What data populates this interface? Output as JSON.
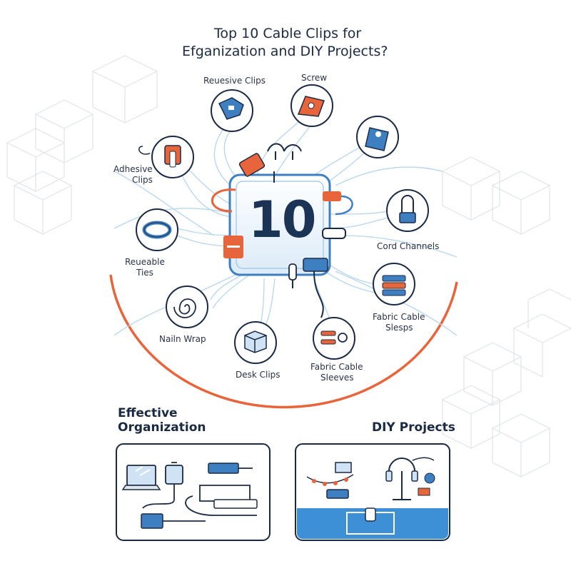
{
  "title": {
    "line1": "Top 10 Cable Clips for",
    "line2": "Efganization and DIY Projects?"
  },
  "center_badge": {
    "number": "10"
  },
  "items": [
    {
      "label": "Reuesive Clips",
      "icon": "clip-icon"
    },
    {
      "label": "Screw",
      "icon": "screw-clip-icon"
    },
    {
      "label": "",
      "icon": "cable-holder-icon"
    },
    {
      "label": "Adhesive Clips",
      "icon": "adhesive-clip-icon"
    },
    {
      "label": "Cord Channels",
      "icon": "cord-channel-icon"
    },
    {
      "label": "Reueable Ties",
      "icon": "reusable-tie-icon"
    },
    {
      "label": "Fabric Cable Slesps",
      "icon": "fabric-sleeve-icon"
    },
    {
      "label": "Nailn Wrap",
      "icon": "spiral-wrap-icon"
    },
    {
      "label": "Desk Clips",
      "icon": "desk-clip-icon"
    },
    {
      "label": "Fabric Cable Sleeves",
      "icon": "cable-sleeve-icon"
    }
  ],
  "labels": {
    "reuesive": "Reuesive Clips",
    "screw": "Screw",
    "adhesive_1": "Adhesive",
    "adhesive_2": "Clips",
    "cord": "Cord Channels",
    "ties_1": "Reueable",
    "ties_2": "Ties",
    "slesps_1": "Fabric Cable",
    "slesps_2": "Slesps",
    "nail": "Nailn Wrap",
    "desk": "Desk Clips",
    "sleeves_1": "Fabric Cable",
    "sleeves_2": "Sleeves"
  },
  "sections": {
    "left_1": "Effective",
    "left_2": "Organization",
    "right": "DIY Projects"
  },
  "colors": {
    "accent_orange": "#e8643a",
    "accent_blue": "#3d7fc1",
    "navy": "#1b2a44",
    "light_line": "#a9cde8"
  }
}
